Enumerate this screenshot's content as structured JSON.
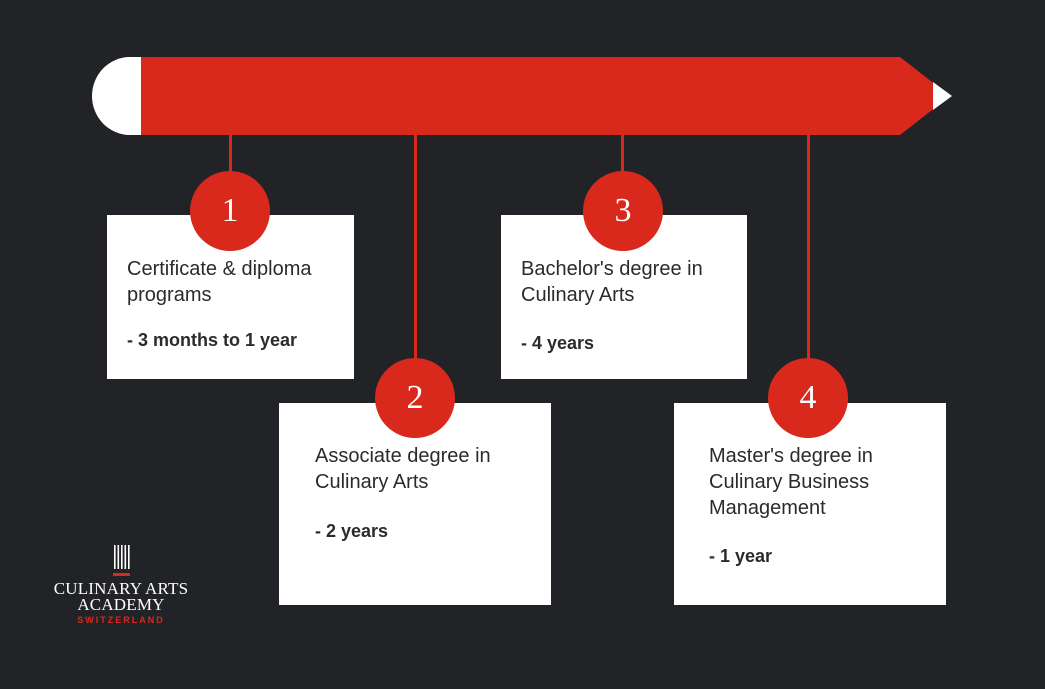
{
  "colors": {
    "background": "#222326",
    "accent": "#d9291c",
    "card": "#ffffff",
    "text": "#2a2b2e"
  },
  "steps": [
    {
      "number": "1",
      "title": "Certificate & diploma\nprograms",
      "duration": "- 3 months to 1 year"
    },
    {
      "number": "2",
      "title": "Associate degree in\nCulinary Arts",
      "duration": "- 2 years"
    },
    {
      "number": "3",
      "title": "Bachelor's degree in\nCulinary Arts",
      "duration": "- 4 years"
    },
    {
      "number": "4",
      "title": "Master's degree in\nCulinary Business\nManagement",
      "duration": "- 1 year"
    }
  ],
  "logo": {
    "line1": "CULINARY ARTS",
    "line2": "ACADEMY",
    "line3": "SWITZERLAND"
  }
}
